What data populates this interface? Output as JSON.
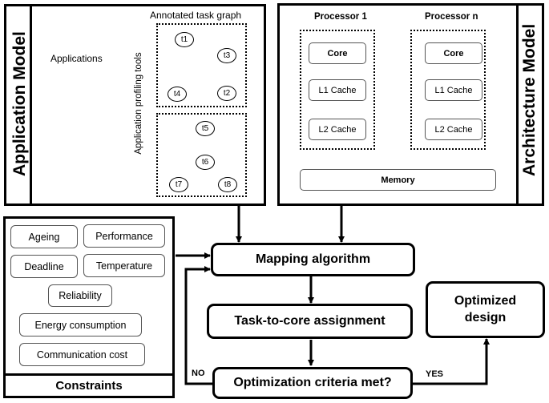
{
  "application_model": {
    "title": "Application Model",
    "applications_label": "Applications",
    "profiling_tools_label": "Application profiling tools",
    "task_graph_label": "Annotated task graph",
    "graph1_nodes": [
      "t1",
      "t2",
      "t3",
      "t4"
    ],
    "graph2_nodes": [
      "t5",
      "t6",
      "t7",
      "t8"
    ]
  },
  "architecture_model": {
    "title": "Architecture Model",
    "processor_1": "Processor 1",
    "processor_n": "Processor n",
    "core": "Core",
    "l1_cache": "L1 Cache",
    "l2_cache": "L2 Cache",
    "memory": "Memory"
  },
  "constraints": {
    "title": "Constraints",
    "items": [
      "Ageing",
      "Performance",
      "Deadline",
      "Temperature",
      "Reliability",
      "Energy consumption",
      "Communication cost"
    ]
  },
  "flow": {
    "mapping": "Mapping algorithm",
    "assignment": "Task-to-core assignment",
    "criteria": "Optimization criteria met?",
    "optimized": "Optimized design",
    "no_label": "NO",
    "yes_label": "YES"
  }
}
